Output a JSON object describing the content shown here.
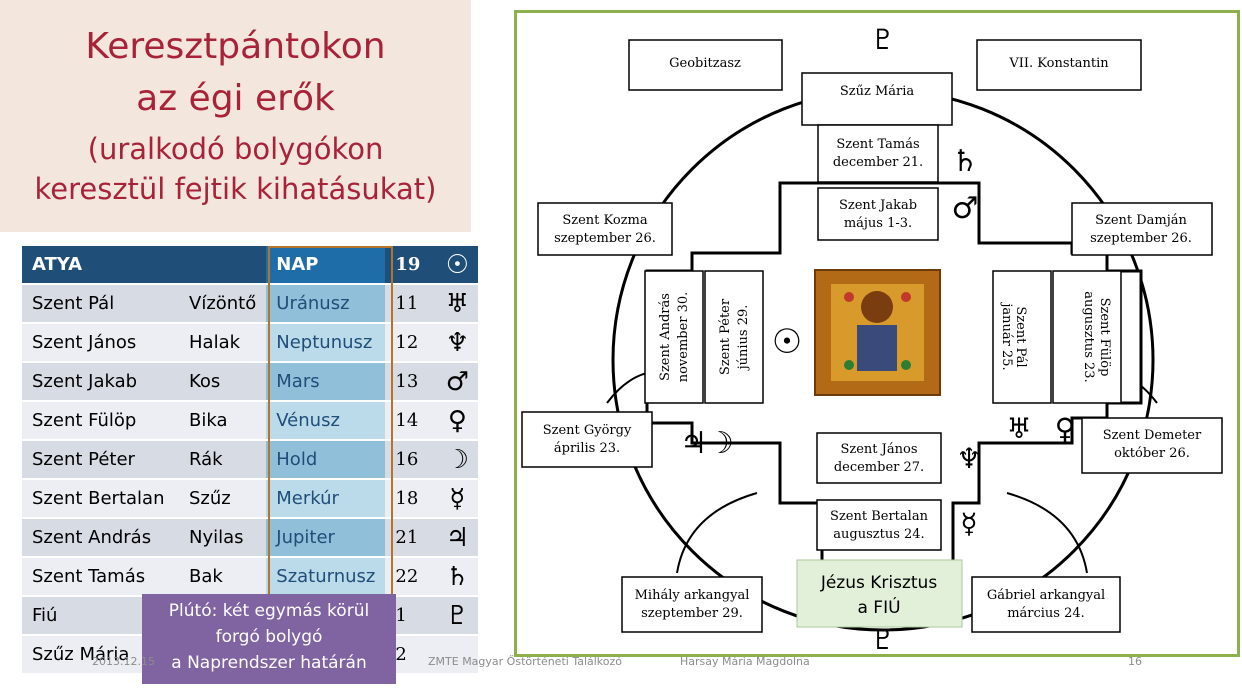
{
  "title": {
    "line1": "Keresztpántokon",
    "line2": "az égi erők",
    "line3": "(uralkodó bolygókon",
    "line4": "keresztül fejtik kihatásukat)"
  },
  "table": {
    "header": [
      "ATYA",
      "",
      "NAP",
      "19",
      "☉"
    ],
    "rows": [
      [
        "Szent Pál",
        "Vízöntő",
        "Uránusz",
        "11",
        "♅"
      ],
      [
        "Szent János",
        "Halak",
        "Neptunusz",
        "12",
        "♆"
      ],
      [
        "Szent Jakab",
        "Kos",
        "Mars",
        "13",
        "♂"
      ],
      [
        "Szent Fülöp",
        "Bika",
        "Vénusz",
        "14",
        "♀"
      ],
      [
        "Szent Péter",
        "Rák",
        "Hold",
        "16",
        "☽"
      ],
      [
        "Szent Bertalan",
        "Szűz",
        "Merkúr",
        "18",
        "☿"
      ],
      [
        "Szent András",
        "Nyilas",
        "Jupiter",
        "21",
        "♃"
      ],
      [
        "Szent Tamás",
        "Bak",
        "Szaturnusz",
        "22",
        "♄"
      ],
      [
        "Fiú",
        "",
        "",
        "1",
        "♇"
      ],
      [
        "Szűz Mária",
        "",
        "",
        "2",
        ""
      ]
    ]
  },
  "pluto_note": {
    "line1": "Plútó: két egymás körül",
    "line2": "forgó bolygó",
    "line3": "a Naprendszer határán"
  },
  "footer": {
    "date": "2013.12.15",
    "event": "ZMTE Magyar Őstörténeti Találkozó",
    "author": "Harsay Mária Magdolna",
    "page": "16"
  },
  "diagram": {
    "top_symbol": "♇",
    "bottom_symbol": "♇",
    "corners": {
      "top_left": "Geobitzasz",
      "top_right": "VII. Konstantin",
      "left_upper": [
        "Szent Kozma",
        "szeptember 26."
      ],
      "right_upper": [
        "Szent Damján",
        "szeptember 26."
      ],
      "left_lower": [
        "Szent György",
        "április 23."
      ],
      "right_lower": [
        "Szent Demeter",
        "október 26."
      ],
      "bottom_left": [
        "Mihály arkangyal",
        "szeptember 29."
      ],
      "bottom_right": [
        "Gábriel arkangyal",
        "március 24."
      ]
    },
    "top_center": "Szűz Mária",
    "top_arm": [
      {
        "name": "Szent Tamás",
        "date": "december 21.",
        "symbol": "♄"
      },
      {
        "name": "Szent Jakab",
        "date": "május 1-3.",
        "symbol": "♂"
      }
    ],
    "bottom_arm": [
      {
        "name": "Szent János",
        "date": "december 27.",
        "symbol": "♆"
      },
      {
        "name": "Szent Bertalan",
        "date": "augusztus 24.",
        "symbol": "☿"
      }
    ],
    "left_arm": [
      {
        "name": "Szent András",
        "date": "november 30."
      },
      {
        "name": "Szent Péter",
        "date": "június 29."
      }
    ],
    "right_arm": [
      {
        "name": "Szent Pál",
        "date": "január 25."
      },
      {
        "name": "Szent Fülöp",
        "date": "augusztus 23."
      }
    ],
    "center_sun": "☉",
    "left_symbols": "♃☽",
    "right_symbols": [
      "♅",
      "♀"
    ],
    "bottom_center": [
      "Jézus Krisztus",
      "a FIÚ"
    ]
  }
}
